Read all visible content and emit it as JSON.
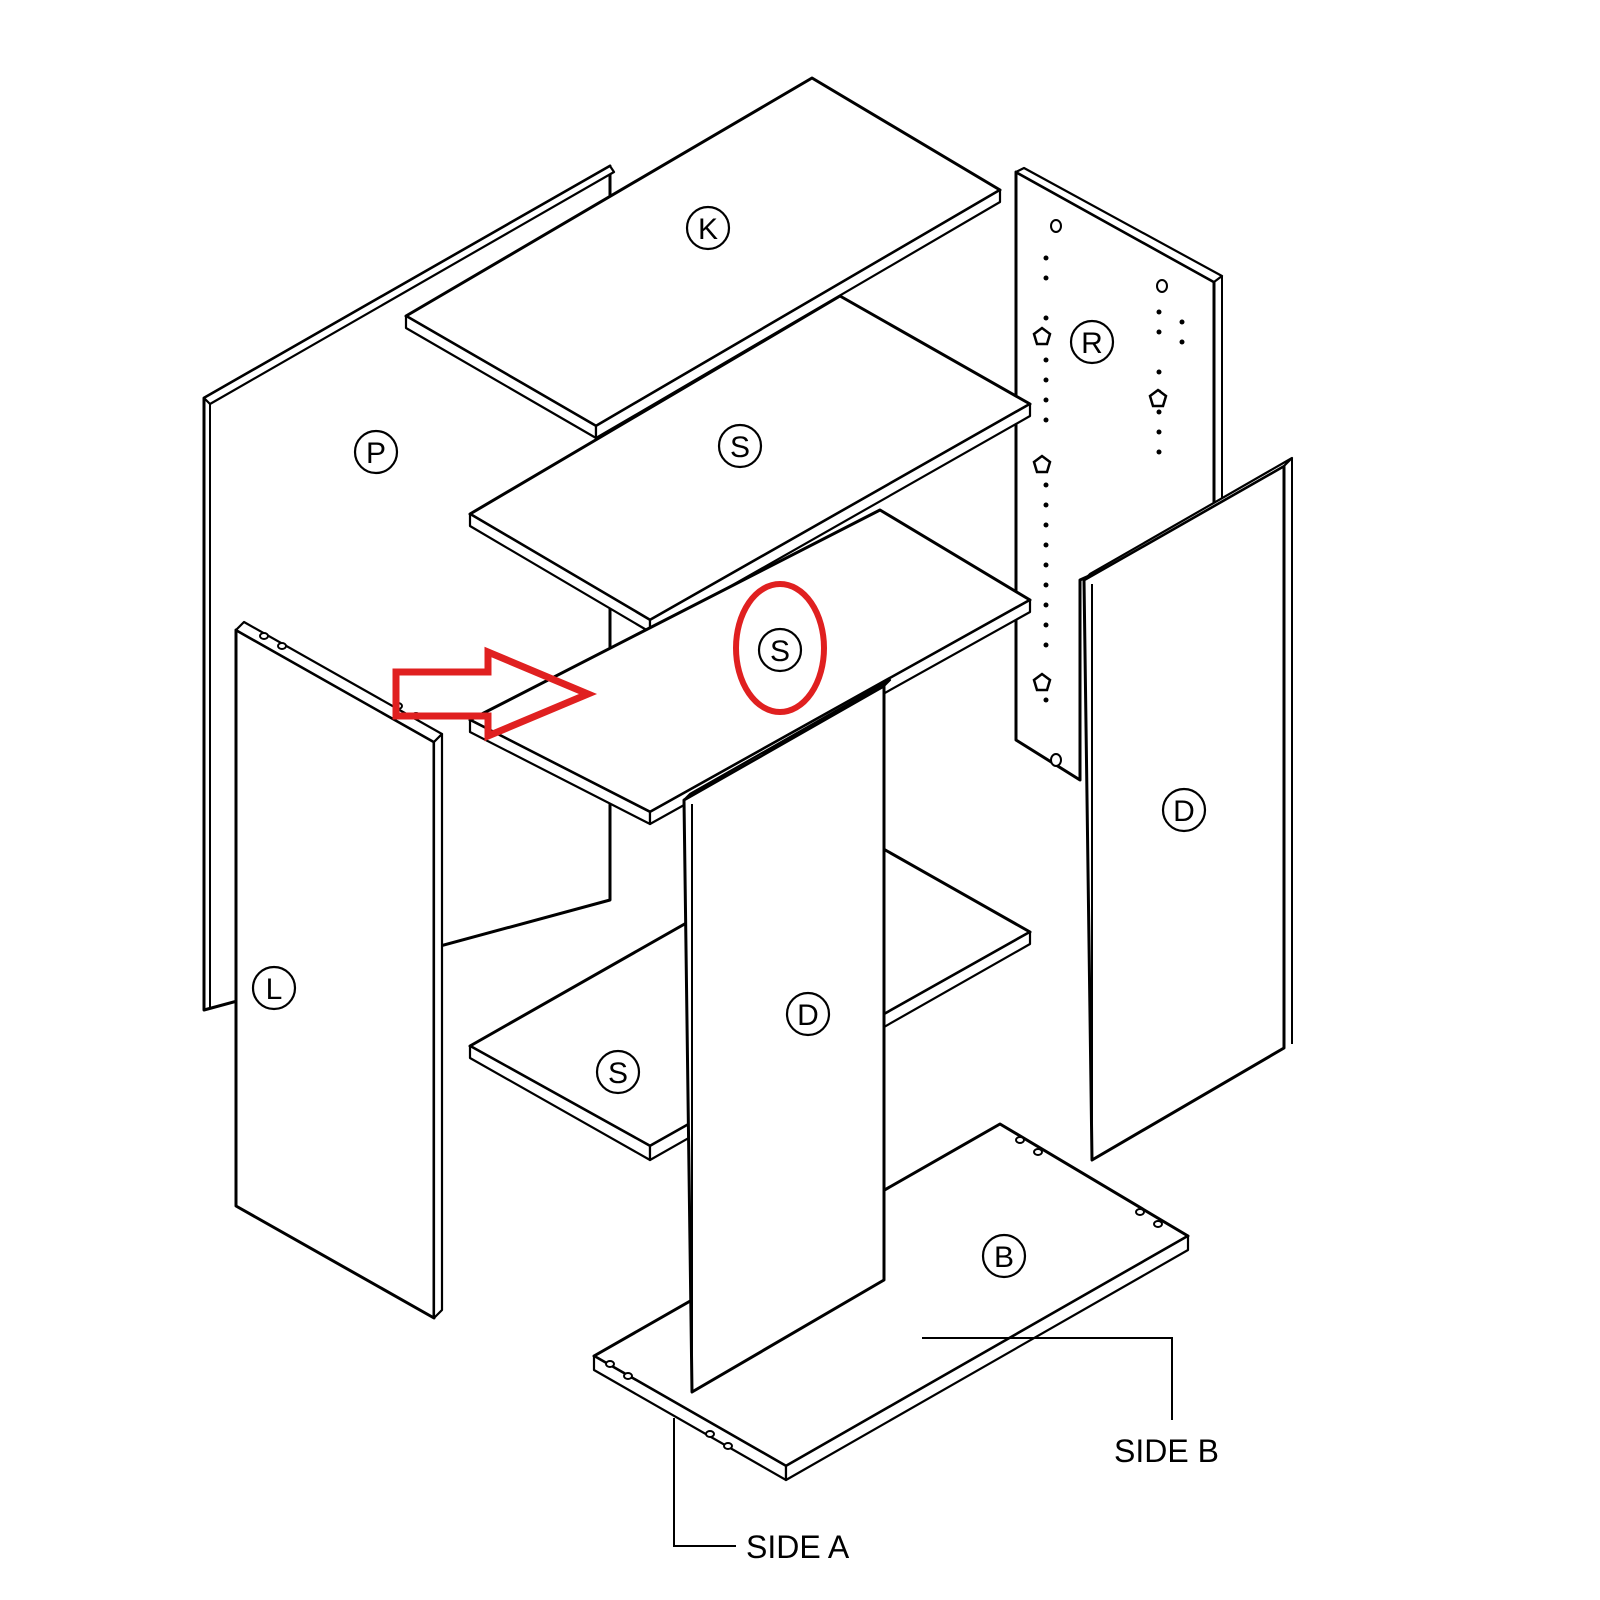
{
  "diagram": {
    "type": "exploded assembly diagram",
    "parts": [
      {
        "id": "K",
        "label": "K",
        "description": "top panel"
      },
      {
        "id": "S1",
        "label": "S",
        "description": "upper shelf"
      },
      {
        "id": "S2",
        "label": "S",
        "description": "middle shelf (highlighted)"
      },
      {
        "id": "S3",
        "label": "S",
        "description": "lower shelf"
      },
      {
        "id": "P",
        "label": "P",
        "description": "back panel"
      },
      {
        "id": "R",
        "label": "R",
        "description": "right inner side panel with shelf-pin holes"
      },
      {
        "id": "L",
        "label": "L",
        "description": "left side panel"
      },
      {
        "id": "D1",
        "label": "D",
        "description": "front door / divider panel"
      },
      {
        "id": "D2",
        "label": "D",
        "description": "right door panel"
      },
      {
        "id": "B",
        "label": "B",
        "description": "bottom panel"
      }
    ],
    "callouts": {
      "side_a": "SIDE A",
      "side_b": "SIDE B"
    },
    "annotations": {
      "arrow_color": "#e02020",
      "highlight_color": "#e02020",
      "highlighted_part": "S"
    }
  }
}
